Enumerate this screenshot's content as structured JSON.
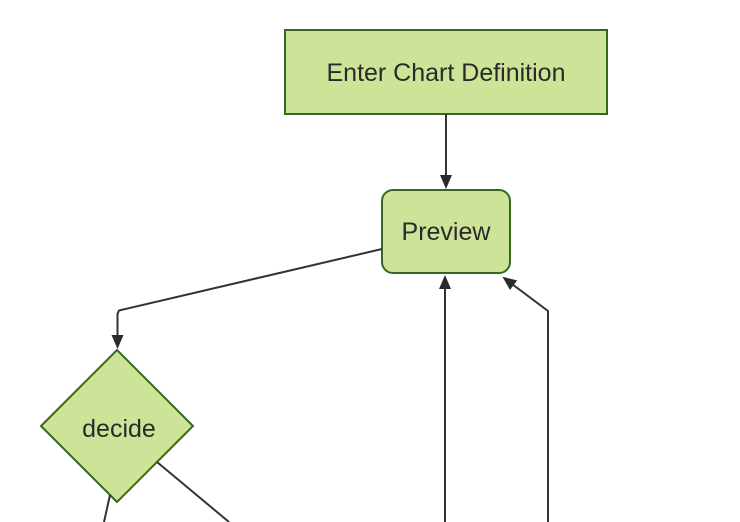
{
  "diagram": {
    "kind": "flowchart",
    "direction": "top-down",
    "background": "#ffffff"
  },
  "colors": {
    "node_fill": "#cde498",
    "node_border": "#33691e",
    "edge": "#333333",
    "arrowhead": "#2b2b2b",
    "label": "#2a2a2a",
    "background": "#ffffff"
  },
  "nodes": [
    {
      "id": "enter-chart-definition",
      "shape": "rectangle",
      "label": "Enter Chart Definition"
    },
    {
      "id": "preview",
      "shape": "rounded-rectangle",
      "label": "Preview"
    },
    {
      "id": "decide",
      "shape": "diamond",
      "label": "decide"
    }
  ],
  "edges": [
    {
      "from": "enter-chart-definition",
      "to": "preview",
      "arrow": true,
      "clipped": false
    },
    {
      "from": "preview",
      "to": "decide",
      "arrow": true,
      "clipped": false
    },
    {
      "from": "decide",
      "to": "offscreen-bottom-left",
      "arrow": false,
      "clipped": true
    },
    {
      "from": "decide",
      "to": "offscreen-bottom-right",
      "arrow": false,
      "clipped": true
    },
    {
      "from": "offscreen-bottom",
      "to": "preview",
      "arrow": true,
      "clipped": true
    },
    {
      "from": "offscreen-bottom-right",
      "to": "preview",
      "arrow": true,
      "clipped": true
    }
  ]
}
